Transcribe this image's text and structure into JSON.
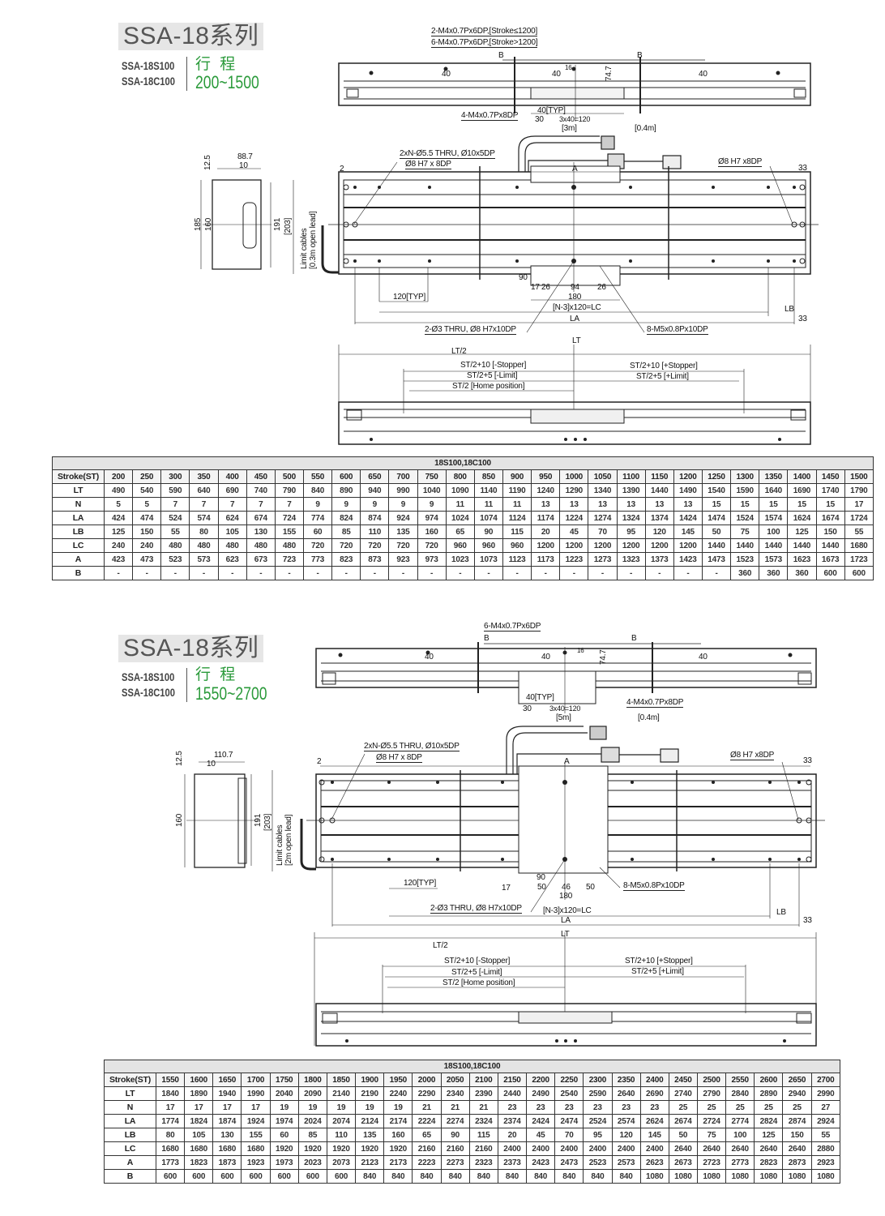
{
  "sections": [
    {
      "title": "SSA-18系列",
      "models": [
        "SSA-18S100",
        "SSA-18C100"
      ],
      "stroke_label": "行 程",
      "stroke_range": "200~1500",
      "labels": {
        "top_hole_note_1": "2-M4x0.7Px6DP,[Stroke≤1200]",
        "top_hole_note_2": "6-M4x0.7Px6DP,[Stroke>1200]",
        "b_left": "B",
        "b_right": "B",
        "d40_a": "40",
        "d40_b": "40",
        "d40_c": "40",
        "d16": "16",
        "d74_7": "74.7",
        "carriage_holes": "4-M4x0.7Px8DP",
        "typ40": "40[TYP]",
        "d30": "30",
        "pitch": "3x40=120",
        "cable_motor": "[3m]",
        "cable_enc": "[0.4m]",
        "thru_holes": "2xN-Ø5.5 THRU, Ø10x5DP",
        "pin_left": "Ø8 H7 x 8DP",
        "d2": "2",
        "a": "A",
        "pin_right": "Ø8 H7 x8DP",
        "d33_top": "33",
        "side_12_5": "12.5",
        "side_width": "88.7",
        "side_10": "10",
        "side_185": "185",
        "side_160": "160",
        "side_191": "191",
        "side_203": "[203]",
        "limit_cables_1": "Limit cables",
        "limit_cables_2": "[0.3m open lead]",
        "d90": "90",
        "d17": "17",
        "d26a": "26",
        "d94": "94",
        "d26b": "26",
        "d180": "180",
        "typ120": "120[TYP]",
        "lc": "[N-3]x120=LC",
        "lb": "LB",
        "la": "LA",
        "d33_bot": "33",
        "dowel_holes": "2-Ø3 THRU, Ø8 H7x10DP",
        "m5_holes": "8-M5x0.8Px10DP",
        "lt": "LT",
        "lt_half": "LT/2",
        "minus_stopper": "ST/2+10 [-Stopper]",
        "minus_limit": "ST/2+5 [-Limit]",
        "home": "ST/2 [Home position]",
        "plus_stopper": "ST/2+10 [+Stopper]",
        "plus_limit": "ST/2+5 [+Limit]"
      },
      "table": {
        "caption": "18S100,18C100",
        "header_label": "Stroke(ST)",
        "strokes": [
          "200",
          "250",
          "300",
          "350",
          "400",
          "450",
          "500",
          "550",
          "600",
          "650",
          "700",
          "750",
          "800",
          "850",
          "900",
          "950",
          "1000",
          "1050",
          "1100",
          "1150",
          "1200",
          "1250",
          "1300",
          "1350",
          "1400",
          "1450",
          "1500"
        ],
        "rows": [
          {
            "label": "LT",
            "values": [
              "490",
              "540",
              "590",
              "640",
              "690",
              "740",
              "790",
              "840",
              "890",
              "940",
              "990",
              "1040",
              "1090",
              "1140",
              "1190",
              "1240",
              "1290",
              "1340",
              "1390",
              "1440",
              "1490",
              "1540",
              "1590",
              "1640",
              "1690",
              "1740",
              "1790"
            ]
          },
          {
            "label": "N",
            "values": [
              "5",
              "5",
              "7",
              "7",
              "7",
              "7",
              "7",
              "9",
              "9",
              "9",
              "9",
              "9",
              "11",
              "11",
              "11",
              "13",
              "13",
              "13",
              "13",
              "13",
              "13",
              "15",
              "15",
              "15",
              "15",
              "15",
              "17"
            ]
          },
          {
            "label": "LA",
            "values": [
              "424",
              "474",
              "524",
              "574",
              "624",
              "674",
              "724",
              "774",
              "824",
              "874",
              "924",
              "974",
              "1024",
              "1074",
              "1124",
              "1174",
              "1224",
              "1274",
              "1324",
              "1374",
              "1424",
              "1474",
              "1524",
              "1574",
              "1624",
              "1674",
              "1724"
            ]
          },
          {
            "label": "LB",
            "values": [
              "125",
              "150",
              "55",
              "80",
              "105",
              "130",
              "155",
              "60",
              "85",
              "110",
              "135",
              "160",
              "65",
              "90",
              "115",
              "20",
              "45",
              "70",
              "95",
              "120",
              "145",
              "50",
              "75",
              "100",
              "125",
              "150",
              "55"
            ]
          },
          {
            "label": "LC",
            "values": [
              "240",
              "240",
              "480",
              "480",
              "480",
              "480",
              "480",
              "720",
              "720",
              "720",
              "720",
              "720",
              "960",
              "960",
              "960",
              "1200",
              "1200",
              "1200",
              "1200",
              "1200",
              "1200",
              "1440",
              "1440",
              "1440",
              "1440",
              "1440",
              "1680"
            ]
          },
          {
            "label": "A",
            "values": [
              "423",
              "473",
              "523",
              "573",
              "623",
              "673",
              "723",
              "773",
              "823",
              "873",
              "923",
              "973",
              "1023",
              "1073",
              "1123",
              "1173",
              "1223",
              "1273",
              "1323",
              "1373",
              "1423",
              "1473",
              "1523",
              "1573",
              "1623",
              "1673",
              "1723"
            ]
          },
          {
            "label": "B",
            "values": [
              "-",
              "-",
              "-",
              "-",
              "-",
              "-",
              "-",
              "-",
              "-",
              "-",
              "-",
              "-",
              "-",
              "-",
              "-",
              "-",
              "-",
              "-",
              "-",
              "-",
              "-",
              "-",
              "360",
              "360",
              "360",
              "600",
              "600"
            ]
          }
        ]
      }
    },
    {
      "title": "SSA-18系列",
      "models": [
        "SSA-18S100",
        "SSA-18C100"
      ],
      "stroke_label": "行 程",
      "stroke_range": "1550~2700",
      "labels": {
        "top_hole_note_1": "6-M4x0.7Px6DP",
        "b_left": "B",
        "b_right": "B",
        "d40_a": "40",
        "d40_b": "40",
        "d40_c": "40",
        "d16": "16",
        "d74_7": "74.7",
        "carriage_holes": "4-M4x0.7Px8DP",
        "typ40": "40[TYP]",
        "d30": "30",
        "pitch": "3x40=120",
        "cable_motor": "[5m]",
        "cable_enc": "[0.4m]",
        "thru_holes": "2xN-Ø5.5 THRU, Ø10x5DP",
        "pin_left": "Ø8 H7 x 8DP",
        "d2": "2",
        "a": "A",
        "pin_right": "Ø8 H7 x8DP",
        "d33_top": "33",
        "side_12_5": "12.5",
        "side_width": "110.7",
        "side_10": "10",
        "side_160": "160",
        "side_191": "191",
        "side_203": "[203]",
        "limit_cables_1": "Limit cables",
        "limit_cables_2": "[2m open lead]",
        "d90": "90",
        "d17": "17",
        "d50a": "50",
        "d46": "46",
        "d50b": "50",
        "d180": "180",
        "typ120": "120[TYP]",
        "lc": "[N-3]x120=LC",
        "lb": "LB",
        "la": "LA",
        "d33_bot": "33",
        "dowel_holes": "2-Ø3 THRU, Ø8 H7x10DP",
        "m5_holes": "8-M5x0.8Px10DP",
        "lt": "LT",
        "lt_half": "LT/2",
        "minus_stopper": "ST/2+10 [-Stopper]",
        "minus_limit": "ST/2+5 [-Limit]",
        "home": "ST/2 [Home position]",
        "plus_stopper": "ST/2+10 [+Stopper]",
        "plus_limit": "ST/2+5 [+Limit]"
      },
      "table": {
        "caption": "18S100,18C100",
        "header_label": "Stroke(ST)",
        "strokes": [
          "1550",
          "1600",
          "1650",
          "1700",
          "1750",
          "1800",
          "1850",
          "1900",
          "1950",
          "2000",
          "2050",
          "2100",
          "2150",
          "2200",
          "2250",
          "2300",
          "2350",
          "2400",
          "2450",
          "2500",
          "2550",
          "2600",
          "2650",
          "2700"
        ],
        "rows": [
          {
            "label": "LT",
            "values": [
              "1840",
              "1890",
              "1940",
              "1990",
              "2040",
              "2090",
              "2140",
              "2190",
              "2240",
              "2290",
              "2340",
              "2390",
              "2440",
              "2490",
              "2540",
              "2590",
              "2640",
              "2690",
              "2740",
              "2790",
              "2840",
              "2890",
              "2940",
              "2990"
            ]
          },
          {
            "label": "N",
            "values": [
              "17",
              "17",
              "17",
              "17",
              "19",
              "19",
              "19",
              "19",
              "19",
              "21",
              "21",
              "21",
              "23",
              "23",
              "23",
              "23",
              "23",
              "23",
              "25",
              "25",
              "25",
              "25",
              "25",
              "27"
            ]
          },
          {
            "label": "LA",
            "values": [
              "1774",
              "1824",
              "1874",
              "1924",
              "1974",
              "2024",
              "2074",
              "2124",
              "2174",
              "2224",
              "2274",
              "2324",
              "2374",
              "2424",
              "2474",
              "2524",
              "2574",
              "2624",
              "2674",
              "2724",
              "2774",
              "2824",
              "2874",
              "2924"
            ]
          },
          {
            "label": "LB",
            "values": [
              "80",
              "105",
              "130",
              "155",
              "60",
              "85",
              "110",
              "135",
              "160",
              "65",
              "90",
              "115",
              "20",
              "45",
              "70",
              "95",
              "120",
              "145",
              "50",
              "75",
              "100",
              "125",
              "150",
              "55"
            ]
          },
          {
            "label": "LC",
            "values": [
              "1680",
              "1680",
              "1680",
              "1680",
              "1920",
              "1920",
              "1920",
              "1920",
              "1920",
              "2160",
              "2160",
              "2160",
              "2400",
              "2400",
              "2400",
              "2400",
              "2400",
              "2400",
              "2640",
              "2640",
              "2640",
              "2640",
              "2640",
              "2880"
            ]
          },
          {
            "label": "A",
            "values": [
              "1773",
              "1823",
              "1873",
              "1923",
              "1973",
              "2023",
              "2073",
              "2123",
              "2173",
              "2223",
              "2273",
              "2323",
              "2373",
              "2423",
              "2473",
              "2523",
              "2573",
              "2623",
              "2673",
              "2723",
              "2773",
              "2823",
              "2873",
              "2923"
            ]
          },
          {
            "label": "B",
            "values": [
              "600",
              "600",
              "600",
              "600",
              "600",
              "600",
              "600",
              "840",
              "840",
              "840",
              "840",
              "840",
              "840",
              "840",
              "840",
              "840",
              "840",
              "1080",
              "1080",
              "1080",
              "1080",
              "1080",
              "1080",
              "1080"
            ]
          }
        ]
      }
    }
  ],
  "colors": {
    "accent_green": "#2a9a3a",
    "title_bg": "#e6e6e6",
    "table_caption_bg": "#e4e4e4"
  }
}
